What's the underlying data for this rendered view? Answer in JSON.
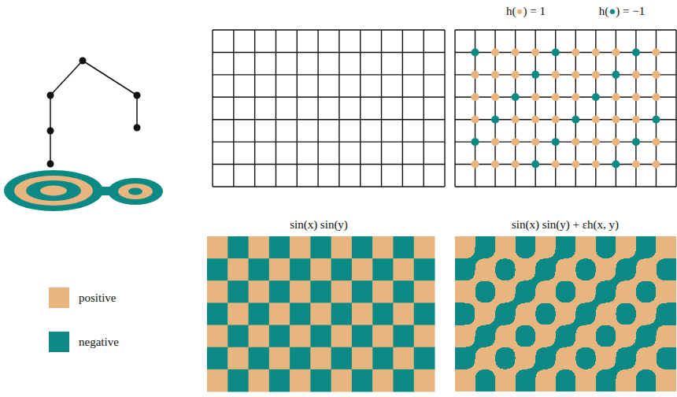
{
  "diagram": {
    "labels": [
      "h(●) = 1",
      "h(●) = −1",
      "sin(x) sin(y)",
      "sin(x) sin(y) + εh(x, y)"
    ],
    "legend": [
      {
        "text": "positive",
        "color": "#e9b57e"
      },
      {
        "text": "negative",
        "color": "#0b8a85"
      }
    ]
  }
}
